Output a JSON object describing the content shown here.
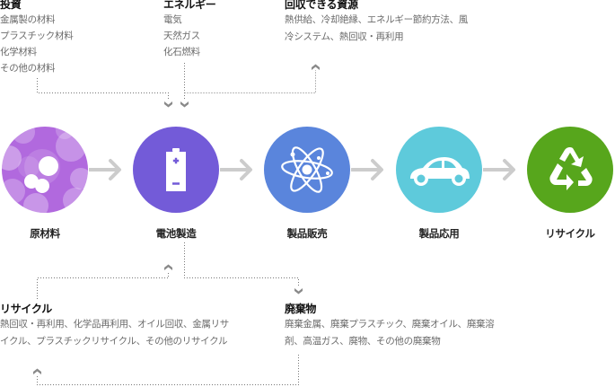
{
  "top_blocks": {
    "investment": {
      "title": "投資",
      "items": [
        "金属製の材料",
        "プラスチック材料",
        "化学材料",
        "その他の材料"
      ]
    },
    "energy": {
      "title": "エネルギー",
      "items": [
        "電気",
        "天然ガス",
        "化石燃料"
      ]
    },
    "recoverable": {
      "title": "回収できる資源",
      "lines": [
        "熱供給、冷却絶縁、エネルギー節約方法、風",
        "冷システム、熱回収・再利用"
      ]
    }
  },
  "stages": [
    {
      "label": "原材料",
      "icon": "raw-material-bubbles-icon",
      "color": "#b169de"
    },
    {
      "label": "電池製造",
      "icon": "battery-icon",
      "color": "#735bd8"
    },
    {
      "label": "製品販売",
      "icon": "atom-icon",
      "color": "#5a85dc"
    },
    {
      "label": "製品応用",
      "icon": "car-icon",
      "color": "#5ecadb"
    },
    {
      "label": "リサイクル",
      "icon": "recycle-icon",
      "color": "#57a61c"
    }
  ],
  "bottom_blocks": {
    "recycle": {
      "title": "リサイクル",
      "lines": [
        "熱回収・再利用、化学品再利用、オイル回収、金属リサ",
        "イクル、プラスチックリサイクル、その他のリサイクル"
      ]
    },
    "waste": {
      "title": "廃棄物",
      "lines": [
        "廃棄金属、廃棄プラスチック、廃棄オイル、廃棄溶",
        "剤、高温ガス、廃物、その他の廃棄物"
      ]
    }
  },
  "colors": {
    "connector": "#777777",
    "connector_arrow": "#8a8a8a",
    "flow_arrow": "#cccccc"
  }
}
